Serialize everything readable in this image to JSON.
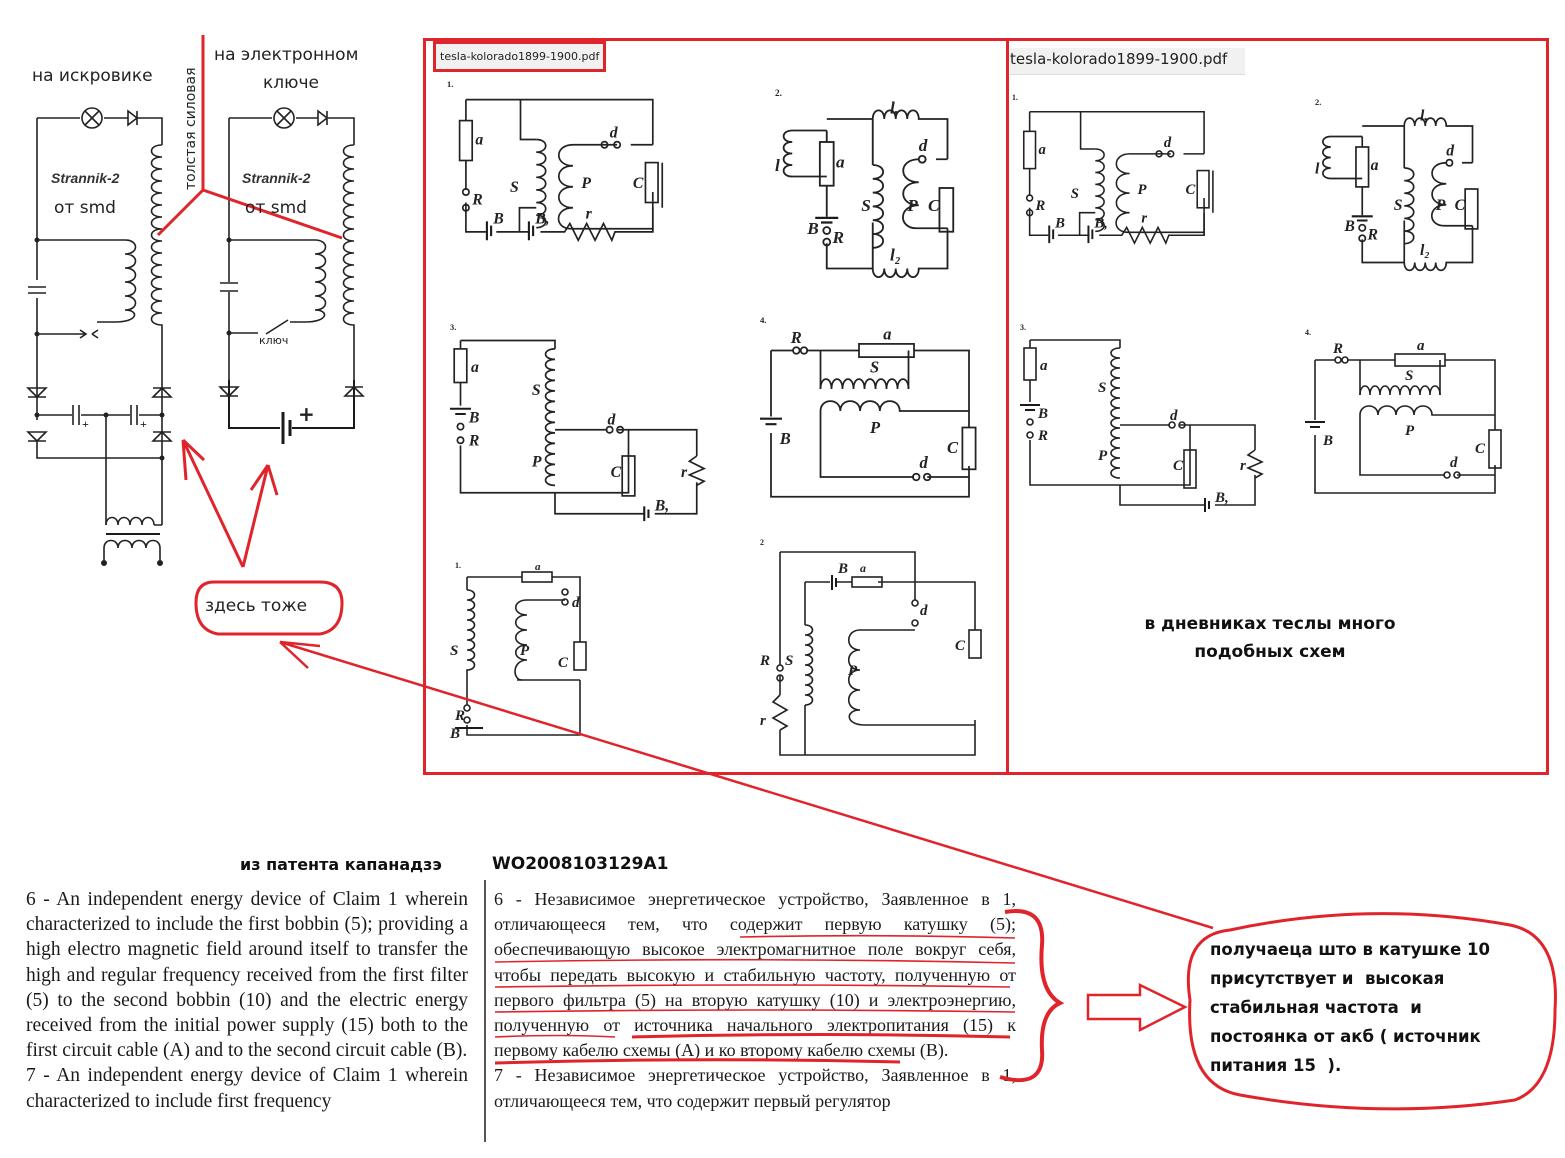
{
  "left_schematics": {
    "title_spark": "на искровике",
    "title_electronic": [
      "на электронном",
      "ключе"
    ],
    "vertical_label": "толстая силовая",
    "strannik_label": "Strannik-2",
    "smd_label": "от smd",
    "key_label": "ключ",
    "plus_sign": "+",
    "callout_here_too": "здесь тоже"
  },
  "tesla_panels": {
    "pdf_tab_left": "tesla-kolorado1899-1900.pdf",
    "pdf_tab_right": "tesla-kolorado1899-1900.pdf",
    "note": [
      "в дневниках теслы много",
      "подобных схем"
    ],
    "figure_numbers": [
      "1.",
      "2.",
      "3.",
      "4.",
      "1.",
      "2."
    ],
    "component_labels": {
      "a": "a",
      "S": "S",
      "P": "P",
      "d": "d",
      "C": "C",
      "R": "R",
      "B": "B",
      "B1": "B₁",
      "r": "r",
      "l": "l",
      "l1": "l₁",
      "l2": "l₂"
    }
  },
  "patent": {
    "source_label": "из патента капанадзэ",
    "patent_number": "WO2008103129A1",
    "english_text": [
      "6 - An independent energy device of Claim 1 wherein characterized to include the first bobbin (5); providing a high electro magnetic field around itself to transfer the high and regular frequency received from the first filter (5) to the second bobbin (10) and the electric energy received from the initial power supply (15) both to the first circuit cable (A) and to the second circuit cable (B).",
      "7 - An independent energy device of Claim 1 wherein characterized to include first frequency"
    ],
    "russian_text": [
      "6 - Независимое энергетическое устройство, Заявленное в 1, отличающееся тем, что содержит первую катушку (5); обеспечивающую высокое электромагнитное поле вокруг себя, чтобы передать высокую и стабильную частоту, полученную от первого фильтра (5) на вторую катушку (10) и электроэнергию, полученную от источника начального электропитания (15) к первому кабелю схемы (А) и ко второму кабелю схемы (В).",
      "7 - Независимое энергетическое устройство, Заявленное в 1, отличающееся тем, что содержит первый регулятор"
    ]
  },
  "conclusion_bubble": {
    "lines": [
      "получаеца што в катушке 10",
      "присутствует и  высокая",
      "стабильная частота  и",
      "постоянка от акб ( источник",
      "питания 15  )."
    ]
  },
  "colors": {
    "annotation_red": "#e0242b",
    "ink": "#222222",
    "tab_bg": "#f1f1f1"
  }
}
